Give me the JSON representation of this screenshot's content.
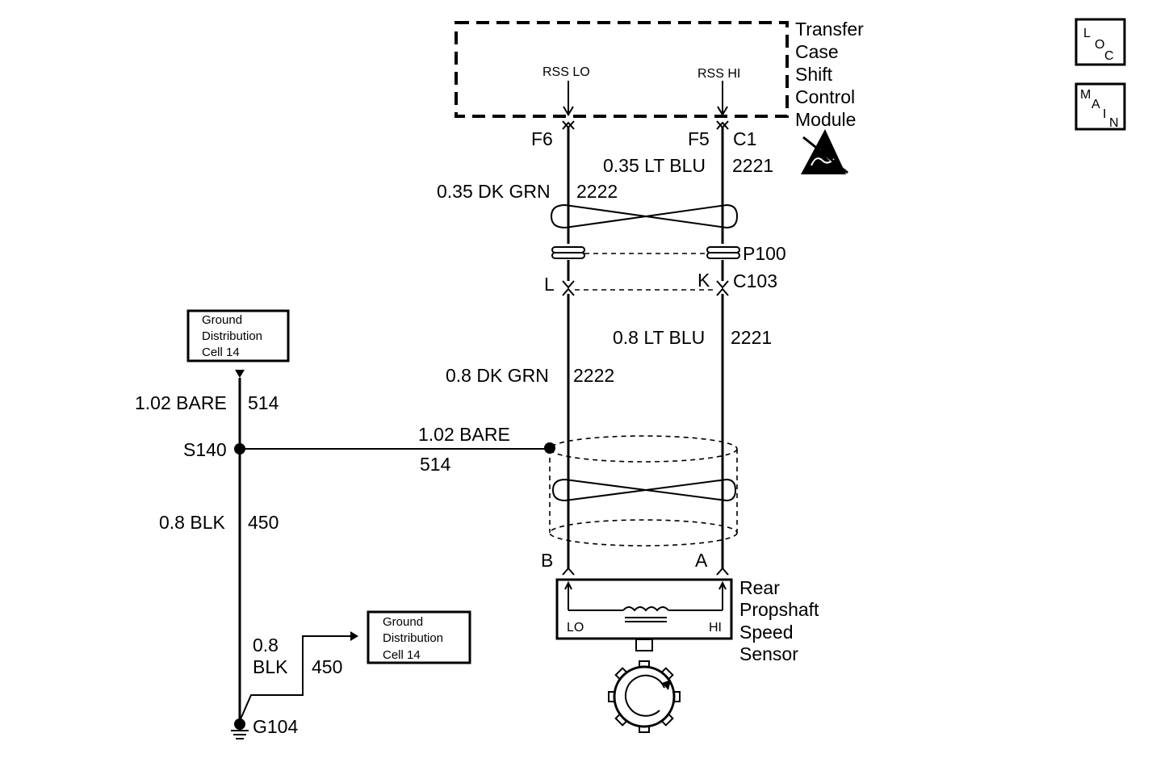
{
  "module": {
    "name_lines": [
      "Transfer",
      "Case",
      "Shift",
      "Control",
      "Module"
    ],
    "pin_lo": "RSS LO",
    "pin_hi": "RSS HI",
    "esd_icon": "esd-sensitive-icon"
  },
  "nav": {
    "loc": {
      "l": "L",
      "o": "O",
      "c": "C",
      "icon": "loc-icon"
    },
    "main": {
      "m": "M",
      "a": "A",
      "i": "I",
      "n": "N",
      "icon": "main-icon"
    }
  },
  "connectors": {
    "c1_lo_pin": "F6",
    "c1_hi_pin": "F5",
    "c1_name": "C1",
    "p100": "P100",
    "c103_lo_pin": "L",
    "c103_hi_pin": "K",
    "c103_name": "C103",
    "sensor_lo_pin": "B",
    "sensor_hi_pin": "A"
  },
  "wires": {
    "hi_upper_gauge": "0.35 LT BLU",
    "hi_upper_circuit": "2221",
    "lo_upper_gauge": "0.35 DK GRN",
    "lo_upper_circuit": "2222",
    "hi_lower_gauge": "0.8 LT BLU",
    "hi_lower_circuit": "2221",
    "lo_lower_gauge": "0.8 DK GRN",
    "lo_lower_circuit": "2222",
    "drain_gauge": "1.02 BARE",
    "drain_circuit": "514",
    "ground_upper_gauge": "1.02 BARE",
    "ground_upper_circuit": "514",
    "ground_mid_gauge": "0.8 BLK",
    "ground_mid_circuit": "450",
    "ground_low_gauge_1": "0.8",
    "ground_low_gauge_2": "BLK",
    "ground_low_circuit": "450"
  },
  "splice": "S140",
  "ground": "G104",
  "ground_dist_top": [
    "Ground",
    "Distribution",
    "Cell 14"
  ],
  "ground_dist_bottom": [
    "Ground",
    "Distribution",
    "Cell 14"
  ],
  "sensor": {
    "name_lines": [
      "Rear",
      "Propshaft",
      "Speed",
      "Sensor"
    ],
    "lo": "LO",
    "hi": "HI"
  }
}
